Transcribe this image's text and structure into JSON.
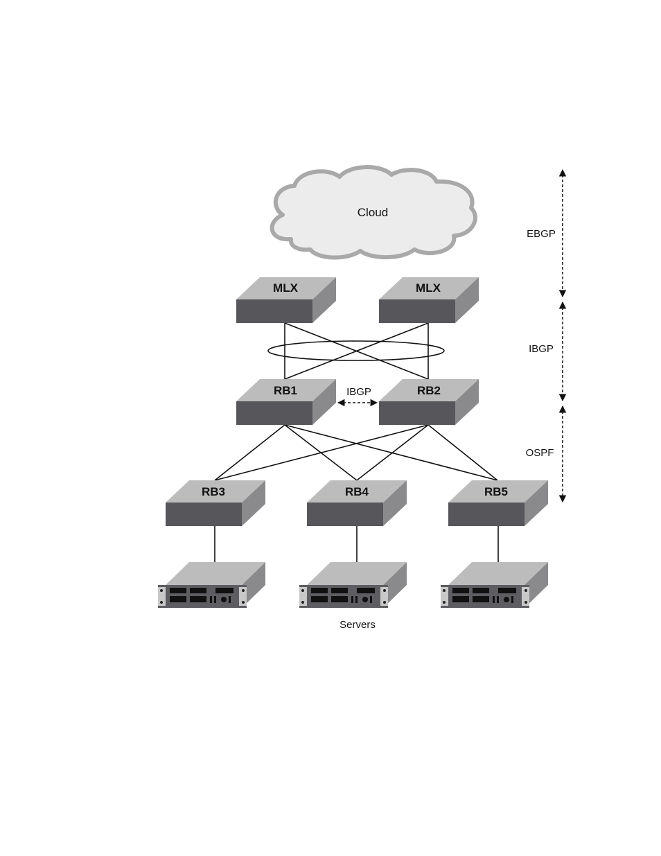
{
  "cloud": {
    "label": "Cloud"
  },
  "routers": {
    "mlx_left": {
      "label": "MLX"
    },
    "mlx_right": {
      "label": "MLX"
    },
    "rb1": {
      "label": "RB1"
    },
    "rb2": {
      "label": "RB2"
    },
    "rb3": {
      "label": "RB3"
    },
    "rb4": {
      "label": "RB4"
    },
    "rb5": {
      "label": "RB5"
    }
  },
  "links": {
    "rb1_rb2_protocol": "IBGP"
  },
  "layers": {
    "top": "EBGP",
    "middle": "IBGP",
    "bottom": "OSPF"
  },
  "servers": {
    "label": "Servers"
  },
  "colors": {
    "box_top": "#bcbcbc",
    "box_front": "#57565b",
    "box_side": "#8a8a8c",
    "cloud_fill": "#ececec",
    "cloud_stroke": "#a9a9a9",
    "line": "#111111"
  }
}
